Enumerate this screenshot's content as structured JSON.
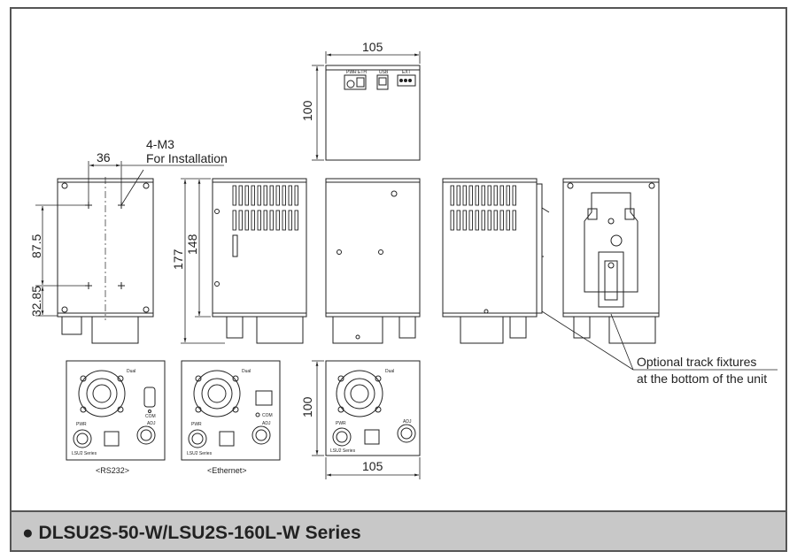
{
  "dimensions": {
    "top_width": "105",
    "top_height": "100",
    "hole_spacing": "36",
    "hole_vertical_upper": "87.5",
    "hole_vertical_lower": "32.85",
    "body_height": "148",
    "overall_height": "177",
    "front_height": "100",
    "front_width": "105"
  },
  "annotations": {
    "mount_line1": "4-M3",
    "mount_line2": "For Installation",
    "track_line1": "Optional track fixtures",
    "track_line2": "at the bottom of the unit"
  },
  "front_panels": {
    "rs232_caption": "<RS232>",
    "ethernet_caption": "<Ethernet>",
    "pwr_label": "PWR",
    "adj_label": "ADJ",
    "com_label": "COM",
    "series_label": "LSU2 Series",
    "brand_label": "Dual"
  },
  "top_panel_labels": {
    "pwr": "PWR",
    "eth": "ETH",
    "usb": "USB",
    "ext": "EXT"
  },
  "footer": {
    "bullet": "●",
    "title": "DLSU2S-50-W/LSU2S-160L-W Series"
  }
}
